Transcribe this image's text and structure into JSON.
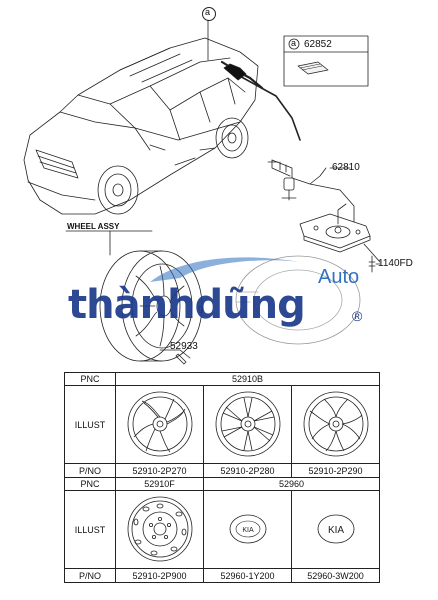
{
  "callouts": {
    "ref_a_top": "a",
    "ref_a_box": "a",
    "sticker_part": "62852",
    "carrier_part": "62810",
    "bolt_part": "1140FD",
    "wheel_assy": "WHEEL ASSY",
    "wheel_part_partial": "9",
    "valve_part": "52933"
  },
  "watermark": {
    "brand": "thànhdũng",
    "sub": "Auto",
    "reg": "®"
  },
  "table": {
    "row_labels": {
      "pnc": "PNC",
      "illust": "ILLUST",
      "pno": "P/NO"
    },
    "group1": {
      "pnc": "52910B",
      "parts": [
        "52910-2P270",
        "52910-2P280",
        "52910-2P290"
      ]
    },
    "group2": {
      "pnc_a": "52910F",
      "pnc_b": "52960",
      "parts": [
        "52910-2P900",
        "52960-1Y200",
        "52960-3W200"
      ]
    },
    "hubcap_logo_1": "KIA",
    "hubcap_logo_2": "KIA"
  }
}
